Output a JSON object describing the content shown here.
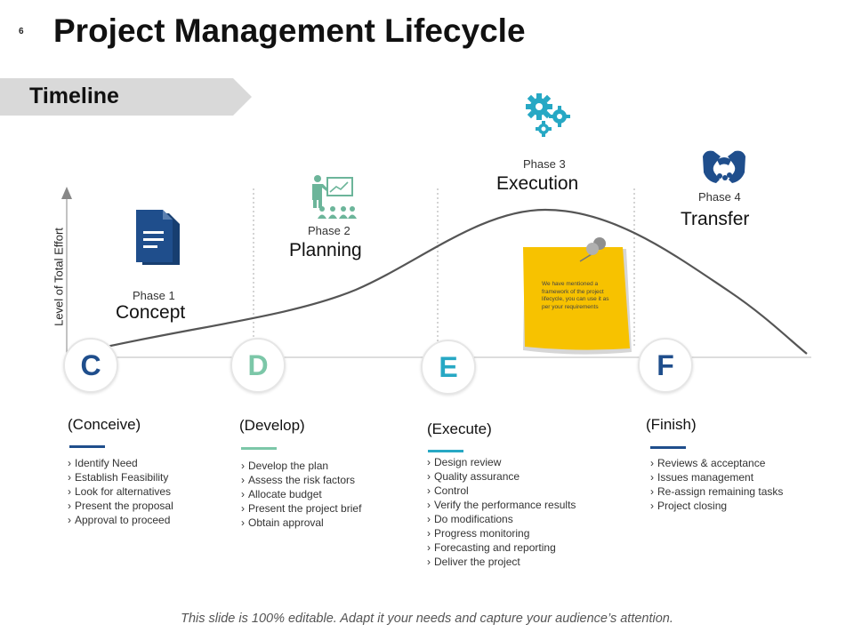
{
  "slide_number": "6",
  "title": "Project Management Lifecycle",
  "banner": "Timeline",
  "y_axis_label": "Level of Total Effort",
  "colors": {
    "blue": "#1f4e8c",
    "green": "#7cc7a8",
    "teal": "#27a8c4",
    "note": "#f7c200",
    "banner": "#d9d9d9"
  },
  "phases": [
    {
      "phase": "Phase 1",
      "name": "Concept",
      "icon": "document-icon"
    },
    {
      "phase": "Phase 2",
      "name": "Planning",
      "icon": "presentation-icon"
    },
    {
      "phase": "Phase 3",
      "name": "Execution",
      "icon": "gears-icon"
    },
    {
      "phase": "Phase 4",
      "name": "Transfer",
      "icon": "handshake-icon"
    }
  ],
  "sticky_note": "We have mentioned a framework of the project lifecycle, you can use it as per your requirements",
  "stages": [
    {
      "letter": "C",
      "label": "(Conceive)",
      "items": [
        "Identify Need",
        "Establish Feasibility",
        "Look for alternatives",
        "Present the proposal",
        "Approval  to proceed"
      ]
    },
    {
      "letter": "D",
      "label": "(Develop)",
      "items": [
        "Develop the plan",
        "Assess the risk factors",
        "Allocate budget",
        "Present the project brief",
        "Obtain approval"
      ]
    },
    {
      "letter": "E",
      "label": "(Execute)",
      "items": [
        "Design review",
        "Quality assurance",
        "Control",
        "Verify the performance  results",
        "Do modifications",
        "Progress monitoring",
        "Forecasting and reporting",
        "Deliver  the project"
      ]
    },
    {
      "letter": "F",
      "label": "(Finish)",
      "items": [
        "Reviews  & acceptance",
        "Issues management",
        "Re-assign remaining tasks",
        "Project closing"
      ]
    }
  ],
  "footer": "This slide is 100% editable. Adapt it your needs and capture your audience’s attention."
}
